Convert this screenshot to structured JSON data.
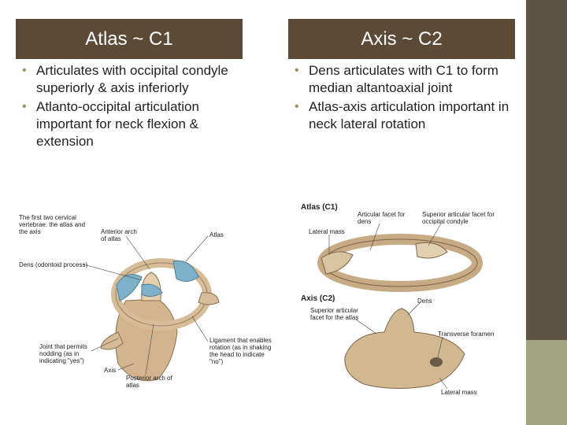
{
  "left": {
    "title": "Atlas ~ C1",
    "bullets": [
      "Articulates with occipital condyle superiorly & axis inferiorly",
      "Atlanto-occipital articulation important for neck flexion & extension"
    ]
  },
  "right": {
    "title": "Axis ~ C2",
    "bullets": [
      "Dens articulates with C1 to form median altantoaxial joint",
      "Atlas-axis articulation important in neck lateral rotation"
    ]
  },
  "figure_left": {
    "caption": "The first two cervical vertebrae: the atlas and the axis",
    "dens": "Dens (odontoid process)",
    "anterior_arch": "Anterior arch of atlas",
    "atlas": "Atlas",
    "joint_nodding": "Joint that permits nodding (as in indicating \"yes\")",
    "axis": "Axis",
    "posterior_arch": "Posterior arch of atlas",
    "ligament": "Ligament that enables rotation (as in shaking the head to indicate \"no\")"
  },
  "figure_right": {
    "atlas_title": "Atlas (C1)",
    "facet_dens": "Articular facet for dens",
    "superior_facet": "Superior articular facet for occipital condyle",
    "lateral_mass_top": "Lateral mass",
    "axis_title": "Axis (C2)",
    "dens": "Dens",
    "superior_facet_atlas": "Superior articular facet for the atlas",
    "transverse_foramen": "Transverse foramen",
    "lateral_mass_bottom": "Lateral mass"
  },
  "colors": {
    "header_bg": "#5c4a36",
    "sidebar": "#5c5544",
    "sidebar_accent": "#a1a480",
    "bullet": "#9c8f5f",
    "bone": "#d7c2a0",
    "cartilage": "#7fb0c9"
  }
}
